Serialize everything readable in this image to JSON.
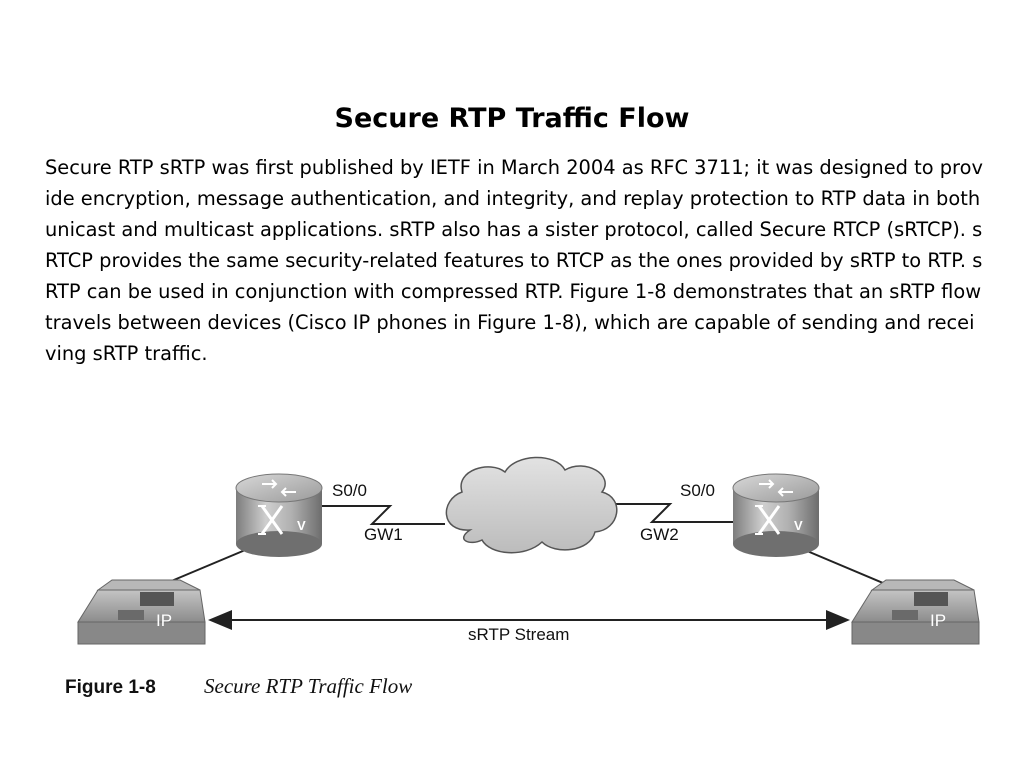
{
  "slide": {
    "title": "Secure RTP Traffic Flow",
    "body": "Secure RTP sRTP was first published by IETF in March 2004 as RFC 3711; it was designed to provide encryption, message authentication, and integrity, and replay protection to RTP data in both unicast and multicast applications. sRTP also has a sister protocol, called Secure RTCP (sRTCP). sRTCP provides the same security-related features to RTCP as the ones provided by sRTP to RTP. sRTP can be used in conjunction with compressed RTP. Figure 1-8 demonstrates that an sRTP flow travels between devices (Cisco IP phones in Figure 1-8), which are capable of sending and receiving sRTP traffic."
  },
  "diagram": {
    "left_router": {
      "name": "GW1",
      "interface": "S0/0",
      "badge": "V"
    },
    "right_router": {
      "name": "GW2",
      "interface": "S0/0",
      "badge": "V"
    },
    "left_phone": {
      "label": "IP"
    },
    "right_phone": {
      "label": "IP"
    },
    "stream_label": "sRTP Stream",
    "colors": {
      "router_gray": "#9a9a9a",
      "phone_gray": "#a8a8a8",
      "cloud_gray": "#cfcfcf",
      "line": "#222222"
    }
  },
  "caption": {
    "number": "Figure 1-8",
    "text": "Secure RTP Traffic Flow"
  }
}
